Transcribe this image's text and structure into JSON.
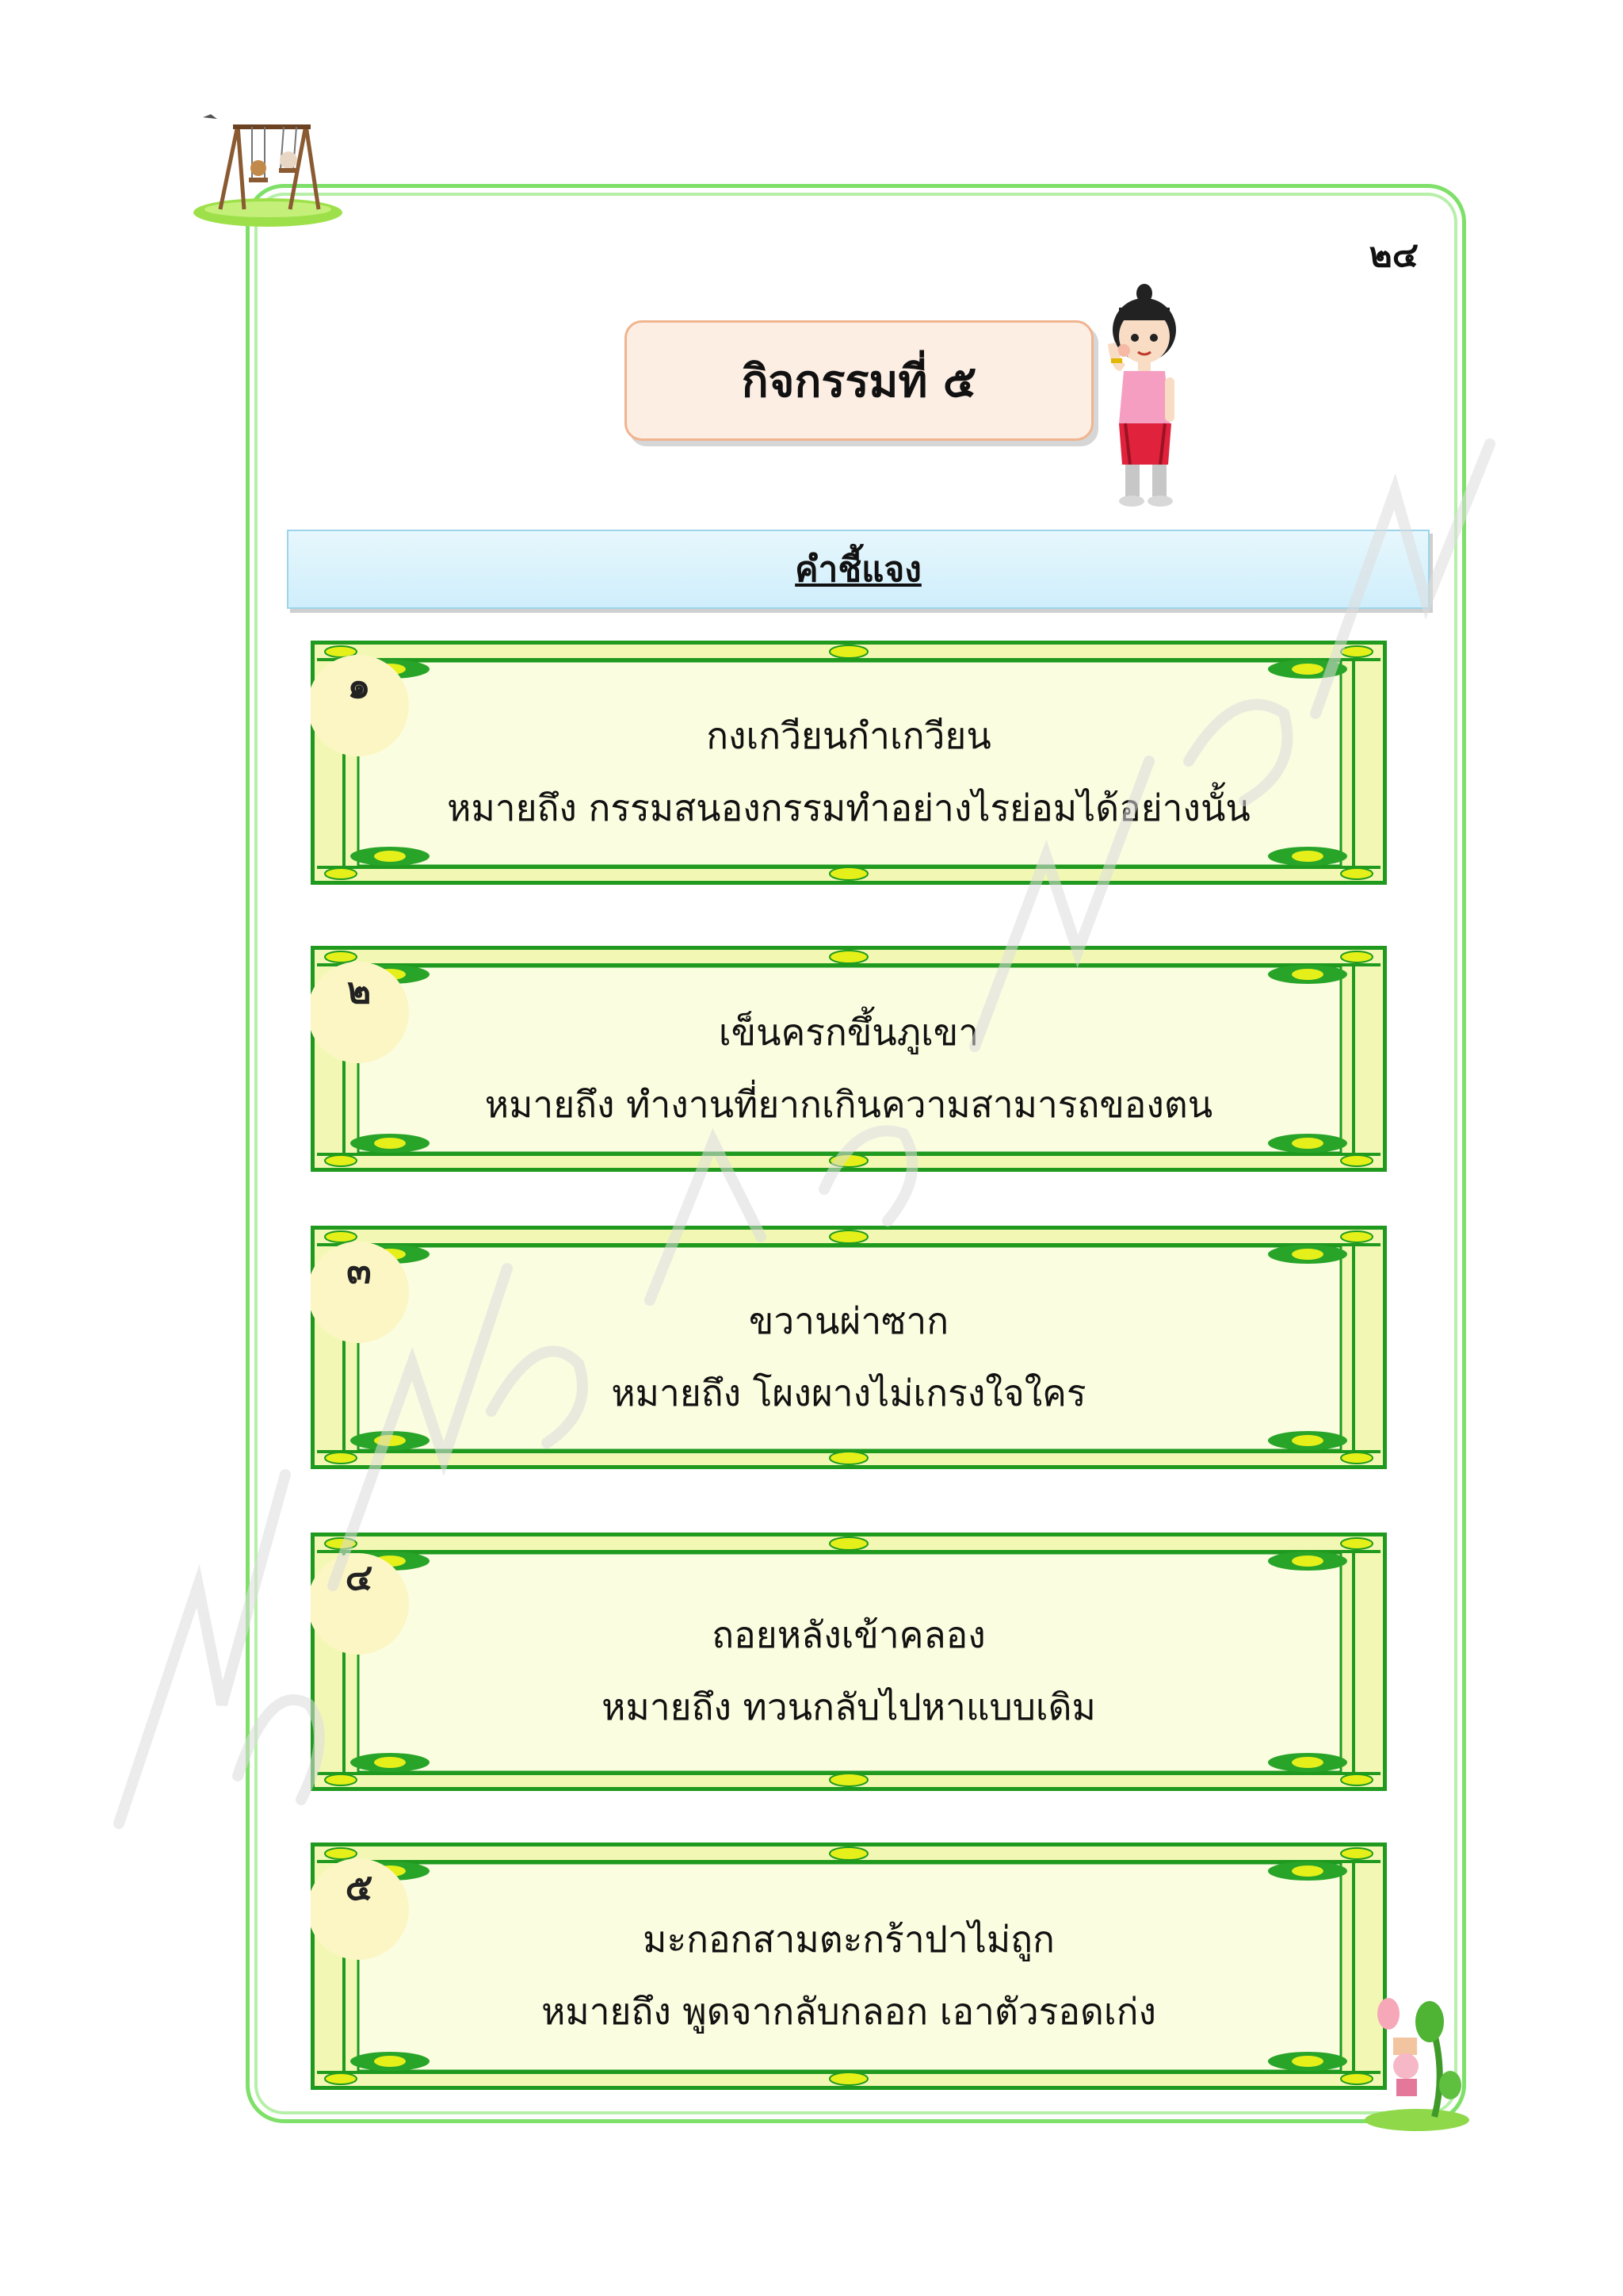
{
  "page_number": "๒๔",
  "title": "กิจกรรมที่ ๕",
  "instructions_label": "คำชี้แจง",
  "colors": {
    "frame_green": "#7ee068",
    "card_green": "#1f9a1f",
    "card_fill": "#fbfde0",
    "corner_yellow": "#e5ef1a",
    "title_fill": "#fdeee4",
    "bar_fill": "#dff3fb"
  },
  "proverbs": [
    {
      "number": "๑",
      "phrase": "กงเกวียนกำเกวียน",
      "meaning": "หมายถึง   กรรมสนองกรรมทำอย่างไรย่อมได้อย่างนั้น"
    },
    {
      "number": "๒",
      "phrase": "เข็นครกขึ้นภูเขา",
      "meaning": "หมายถึง   ทำงานที่ยากเกินความสามารถของตน"
    },
    {
      "number": "๓",
      "phrase": "ขวานผ่าซาก",
      "meaning": "หมายถึง โผงผางไม่เกรงใจใคร"
    },
    {
      "number": "๔",
      "phrase": "ถอยหลังเข้าคลอง",
      "meaning": "หมายถึง   ทวนกลับไปหาแบบเดิม"
    },
    {
      "number": "๕",
      "phrase": "มะกอกสามตะกร้าปาไม่ถูก",
      "meaning": "หมายถึง พูดจากลับกลอก เอาตัวรอดเก่ง"
    }
  ]
}
